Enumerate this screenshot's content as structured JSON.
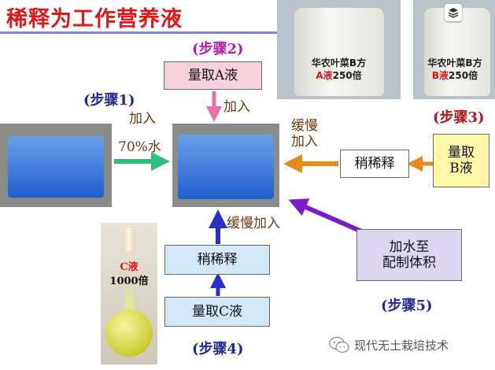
{
  "title": "稀释为工作营养液",
  "steps": {
    "s1": "(步骤1)",
    "s2": "(步骤2)",
    "s3": "(步骤3)",
    "s4": "(步骤4)",
    "s5": "(步骤5)"
  },
  "boxes": {
    "measure_a": "量取A液",
    "measure_b_line1": "量取",
    "measure_b_line2": "B液",
    "dilute_b": "稍稀释",
    "dilute_c": "稍稀释",
    "measure_c": "量取C液",
    "add_water_line1": "加水至",
    "add_water_line2": "配制体积"
  },
  "labels": {
    "add1": "加入",
    "water": "70%水",
    "add_a": "加入",
    "slow_b_line1": "缓慢",
    "slow_b_line2": "加入",
    "slow_c": "缓慢加入"
  },
  "jug_a": {
    "line1": "华农叶菜B方",
    "highlight": "A液",
    "rest": "250倍"
  },
  "jug_b": {
    "line1": "华农叶菜B方",
    "highlight": "B液",
    "rest": "250倍"
  },
  "flask_c": {
    "highlight": "C液",
    "rest": "1000倍"
  },
  "watermark": "现代无土栽培技术",
  "colors": {
    "title": "#e01818",
    "step_purple": "#b020b0",
    "step_red": "#b01818",
    "step_navy": "#202a90",
    "box_pink": "#f6d0da",
    "box_lavender": "#dcd6f2",
    "box_blue": "#d2e8f8",
    "box_yellow": "#fff7a8",
    "arrow_green": "#2fbf7a",
    "arrow_pink": "#e870a8",
    "arrow_orange": "#e88a18",
    "arrow_blue": "#2830c8",
    "arrow_purple": "#7a1cc8"
  }
}
